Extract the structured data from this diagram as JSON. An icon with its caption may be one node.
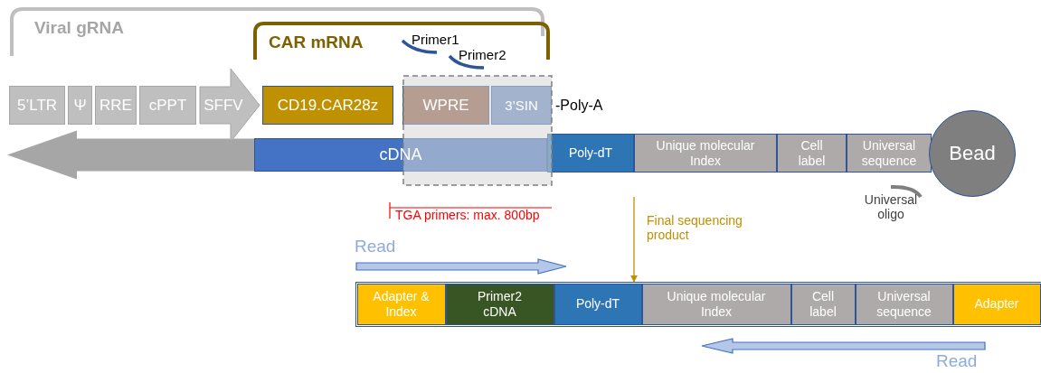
{
  "diagram": {
    "nodes": [
      {
        "text": [
          "5’LTR"
        ]
      },
      {
        "text": [
          "Ψ"
        ]
      },
      {
        "text": [
          "RRE"
        ]
      },
      {
        "text": [
          "cPPT"
        ]
      },
      {
        "text": [
          "SFFV"
        ]
      },
      {
        "text": [
          "CD19.CAR28z"
        ]
      },
      {
        "text": [
          "WPRE"
        ]
      },
      {
        "text": [
          "3’SIN"
        ]
      },
      {
        "text": [
          "cDNA"
        ]
      },
      {
        "text": [
          "Poly-dT"
        ]
      },
      {
        "text": [
          "Unique molecular Index"
        ]
      },
      {
        "text": [
          "Cell label"
        ]
      },
      {
        "text": [
          "Universal sequence"
        ]
      },
      {
        "text": [
          "Bead"
        ]
      },
      {
        "text": [],
        "shape": "bar"
      },
      {
        "text": [
          "Adapter & Index"
        ],
        "in": 14
      },
      {
        "text": [
          "Primer2 cDNA"
        ],
        "in": 14
      },
      {
        "text": [
          "Poly-dT"
        ],
        "in": 14
      },
      {
        "text": [
          "Unique molecular Index"
        ],
        "in": 14
      },
      {
        "text": [
          "Cell label"
        ],
        "in": 14
      },
      {
        "text": [
          "Universal sequence"
        ],
        "in": 14
      },
      {
        "text": [
          "Adapter"
        ],
        "in": 14
      }
    ],
    "edges": [
      {
        "from": null,
        "to": 14,
        "arrow": "to",
        "color": "#bf9000"
      },
      {
        "from": 8,
        "to": null,
        "arrow": "to",
        "style": "thick",
        "color": "#a6a6a6"
      }
    ],
    "labels": [
      "Viral gRNA",
      "CAR mRNA",
      "Primer1",
      "Primer2",
      "-Poly-A",
      "TGA primers: max. 800bp",
      "Final sequencing product",
      "Universal oligo",
      "Read",
      "Read"
    ]
  }
}
